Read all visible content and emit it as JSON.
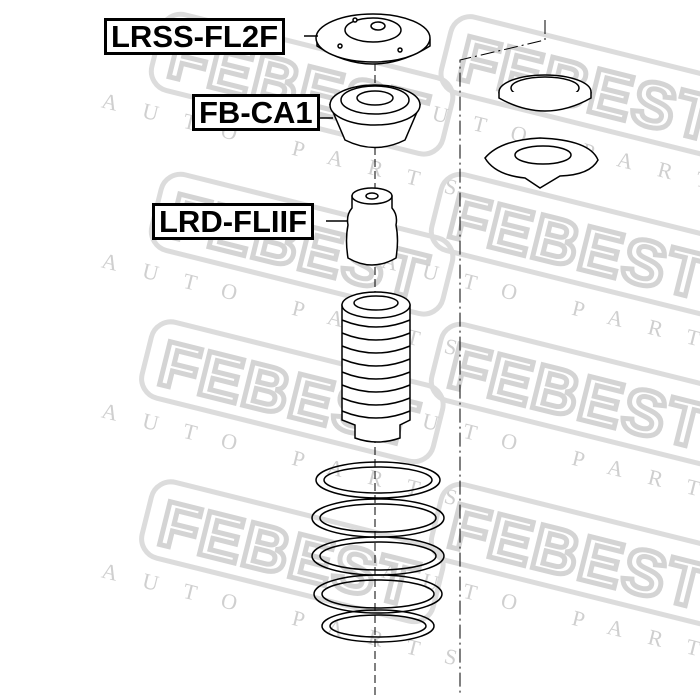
{
  "watermark": {
    "brand": "FEBEST",
    "tagline": "AUTO PARTS"
  },
  "labels": {
    "top_mount": "LRSS-FL2F",
    "bearing": "FB-CA1",
    "bump_stop": "LRD-FLIIF"
  }
}
